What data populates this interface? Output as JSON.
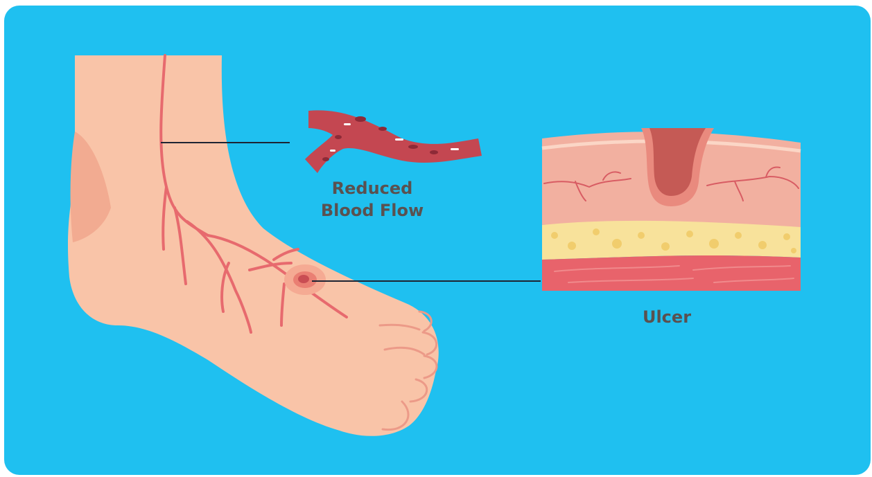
{
  "labels": {
    "reduced_blood_flow_line1": "Reduced",
    "reduced_blood_flow_line2": "Blood Flow",
    "ulcer": "Ulcer"
  },
  "colors": {
    "background": "#1fc0f0",
    "skin": "#f9c4a8",
    "skin_shadow": "#f2ab91",
    "vein": "#e76a6e",
    "vessel": "#c44751",
    "fat_layer": "#f8e29b",
    "muscle_layer": "#e8636b",
    "label_text": "#5a5150",
    "pointer_line": "#1d2433"
  }
}
